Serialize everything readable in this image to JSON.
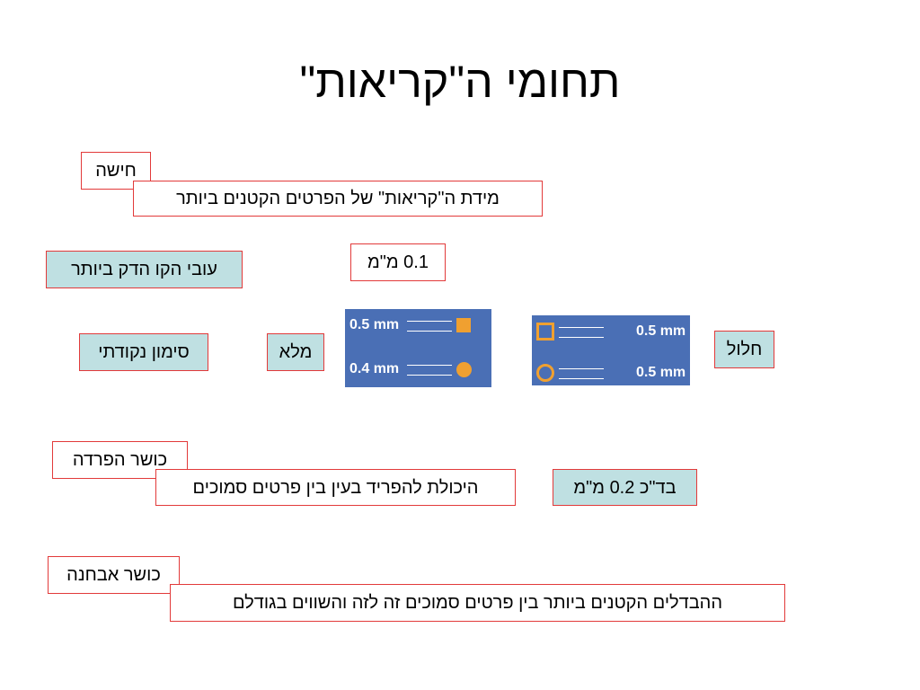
{
  "title": "תחומי ה\"קריאות\"",
  "sensitivity": {
    "label": "חישה",
    "definition": "מידת ה\"קריאות\" של הפרטים הקטנים ביותר"
  },
  "line_thickness": {
    "label": "עובי הקו הדק ביותר",
    "value": "0.1 מ\"מ"
  },
  "point_symbol": {
    "label": "סימון נקודתי",
    "filled_label": "מלא",
    "hollow_label": "חלול",
    "filled_legend": {
      "row1": "0.5 mm",
      "row2": "0.4 mm"
    },
    "hollow_legend": {
      "row1": "0.5 mm",
      "row2": "0.5 mm"
    },
    "accent_color": "#f0a030",
    "legend_bg": "#4a6fb5"
  },
  "separation": {
    "label": "כושר הפרדה",
    "definition": "היכולת להפריד בעין בין פרטים סמוכים",
    "value": "בד\"כ 0.2 מ\"מ"
  },
  "discrimination": {
    "label": "כושר אבחנה",
    "definition": "ההבדלים הקטנים ביותר בין פרטים סמוכים זה לזה והשווים בגודלם"
  }
}
